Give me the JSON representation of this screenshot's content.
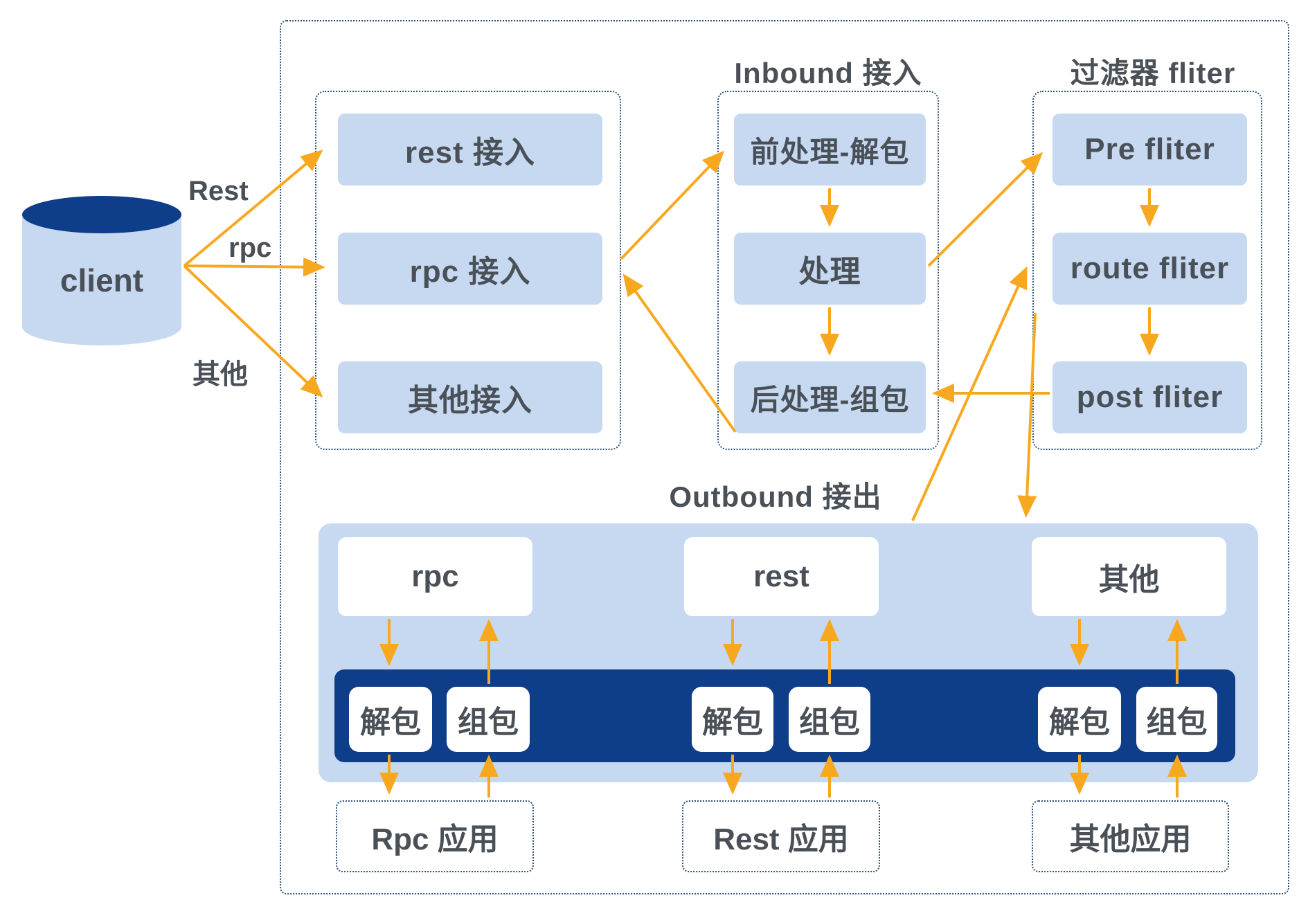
{
  "colors": {
    "light_blue": "#c6d9f1",
    "navy": "#0e3d89",
    "orange": "#f8a81e",
    "ink": "#4a5057",
    "border_blue": "#2c527b"
  },
  "client": {
    "label": "client",
    "flow_labels": [
      "Rest",
      "rpc",
      "其他"
    ]
  },
  "access": {
    "boxes": [
      "rest 接入",
      "rpc 接入",
      "其他接入"
    ]
  },
  "inbound": {
    "title": "Inbound 接入",
    "boxes": [
      "前处理-解包",
      "处理",
      "后处理-组包"
    ]
  },
  "filter": {
    "title": "过滤器 fliter",
    "boxes": [
      "Pre fliter",
      "route fliter",
      "post fliter"
    ]
  },
  "outbound": {
    "title": "Outbound 接出",
    "channels": [
      "rpc",
      "rest",
      "其他"
    ],
    "unpack_label": "解包",
    "pack_label": "组包"
  },
  "apps": [
    "Rpc 应用",
    "Rest 应用",
    "其他应用"
  ]
}
